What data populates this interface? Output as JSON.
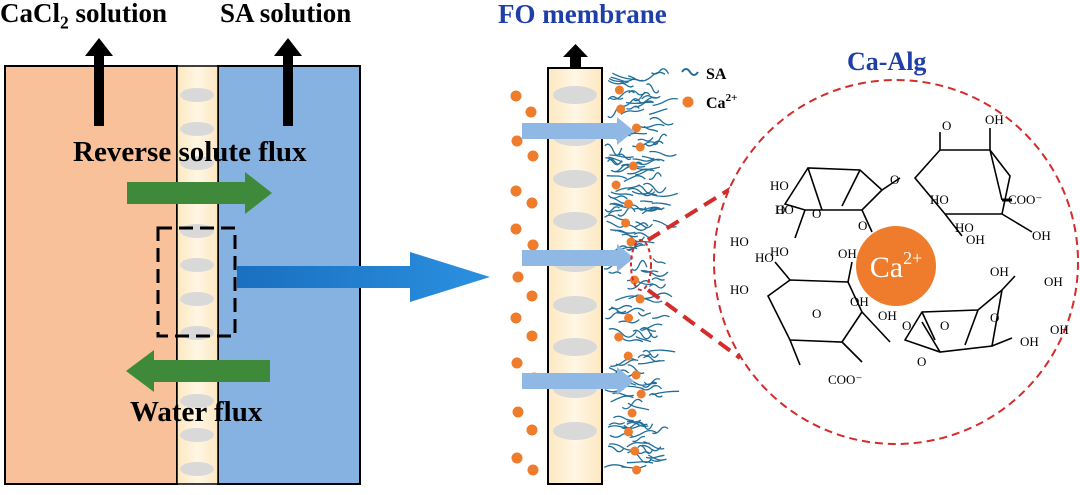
{
  "labels": {
    "cacl2_prefix": "CaCl",
    "cacl2_sub": "2",
    "cacl2_suffix": " solution",
    "sa_solution": "SA solution",
    "fo_membrane": "FO membrane",
    "reverse_solute_flux": "Reverse solute flux",
    "water_flux": "Water flux",
    "legend_sa": "SA",
    "legend_ca": "Ca",
    "legend_ca_sup": "2+",
    "ca_alg": "Ca-Alg",
    "center_ion": "Ca",
    "center_ion_sup": "2+"
  },
  "molecule_labels": {
    "top": [
      "HO",
      "HO",
      "HO",
      "HO",
      "O",
      "O",
      "O",
      "O",
      "HO",
      "HO",
      "O",
      "OH",
      "COO⁻",
      "OH",
      "OH"
    ],
    "bottom": [
      "HO",
      "HO",
      "OH",
      "OH",
      "O",
      "O",
      "O",
      "O",
      "OH",
      "OH",
      "O",
      "OH",
      "COO⁻",
      "OH",
      "OH"
    ]
  },
  "colors": {
    "cacl2_side": "#f9c199",
    "sa_side": "#86b2e2",
    "membrane": "#fdecc8",
    "pore": "#d9d9d9",
    "green_arrow": "#3f8a3a",
    "blue_arrow": "#1f7fd0",
    "light_blue_arrow": "#8fb8e5",
    "ca_dot": "#ee7c2c",
    "sa_chain": "#1f6f9a",
    "dashed_circle": "#d42b2b",
    "title_blue": "#1f3fa8"
  },
  "icons": {
    "up_arrows": "up-arrow-icon",
    "legend_sa": "wavy-line-icon",
    "legend_ca": "orange-dot-icon"
  }
}
